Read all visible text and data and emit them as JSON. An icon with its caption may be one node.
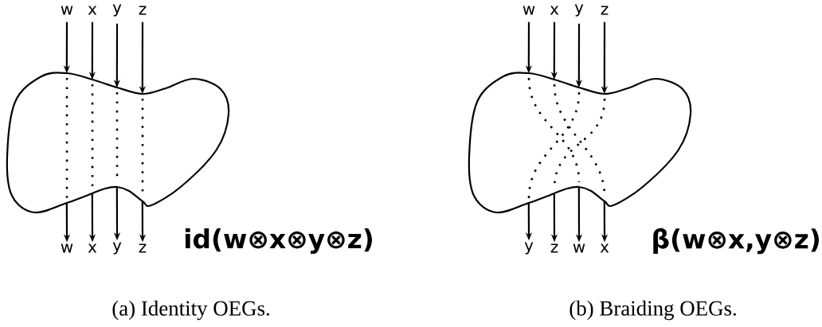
{
  "diagram": {
    "nodes": [
      {
        "text": [
          "w"
        ]
      },
      {
        "text": [
          "x"
        ]
      },
      {
        "text": [
          "y"
        ]
      },
      {
        "text": [
          "z"
        ]
      },
      {
        "text": [],
        "shape": "blob"
      },
      {
        "text": [
          "w"
        ]
      },
      {
        "text": [
          "x"
        ]
      },
      {
        "text": [
          "y"
        ]
      },
      {
        "text": [
          "z"
        ]
      },
      {
        "text": [
          "w"
        ]
      },
      {
        "text": [
          "x"
        ]
      },
      {
        "text": [
          "y"
        ]
      },
      {
        "text": [
          "z"
        ]
      },
      {
        "text": [],
        "shape": "blob"
      },
      {
        "text": [
          "y"
        ]
      },
      {
        "text": [
          "z"
        ]
      },
      {
        "text": [
          "w"
        ]
      },
      {
        "text": [
          "x"
        ]
      }
    ],
    "edges": [
      {
        "from": 0,
        "to": 4,
        "arrow": "to"
      },
      {
        "from": 1,
        "to": 4,
        "arrow": "to"
      },
      {
        "from": 2,
        "to": 4,
        "arrow": "to"
      },
      {
        "from": 3,
        "to": 4,
        "arrow": "to"
      },
      {
        "from": 4,
        "to": 5,
        "arrow": "to"
      },
      {
        "from": 4,
        "to": 6,
        "arrow": "to"
      },
      {
        "from": 4,
        "to": 7,
        "arrow": "to"
      },
      {
        "from": 4,
        "to": 8,
        "arrow": "to"
      },
      {
        "from": 9,
        "to": 13,
        "arrow": "to"
      },
      {
        "from": 10,
        "to": 13,
        "arrow": "to"
      },
      {
        "from": 11,
        "to": 13,
        "arrow": "to"
      },
      {
        "from": 12,
        "to": 13,
        "arrow": "to"
      },
      {
        "from": 13,
        "to": 14,
        "arrow": "to"
      },
      {
        "from": 13,
        "to": 15,
        "arrow": "to"
      },
      {
        "from": 13,
        "to": 16,
        "arrow": "to"
      },
      {
        "from": 13,
        "to": 17,
        "arrow": "to"
      }
    ],
    "labels": [
      "id(w⊗x⊗y⊗z)",
      "β(w⊗x,y⊗z)",
      "(a) Identity OEGs.",
      "(b) Braiding OEGs."
    ]
  }
}
